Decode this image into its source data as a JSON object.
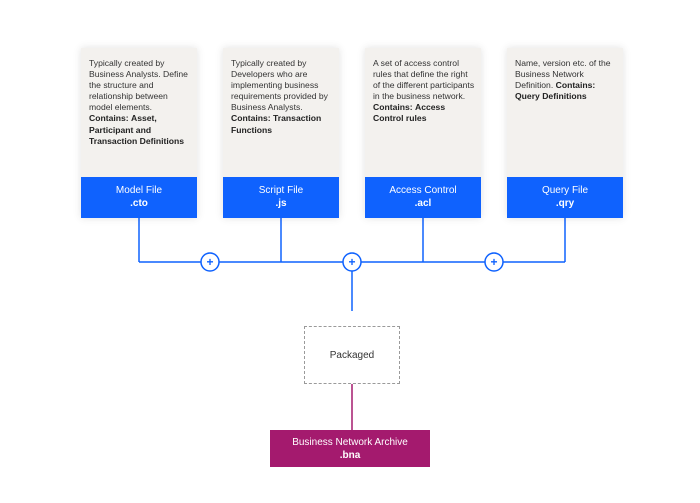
{
  "colors": {
    "accent_blue": "#0f62fe",
    "archive_magenta": "#a41a6e",
    "card_bg": "#f3f1ee",
    "connector_line": "#0f62fe",
    "dashed_border": "#9a9a9a"
  },
  "cards": [
    {
      "desc": "Typically created by Business Analysts. Define the structure and relationship between model elements.",
      "contains_label": "Contains:",
      "contains_value": "Asset, Participant and Transaction Definitions",
      "title": "Model File",
      "ext": ".cto"
    },
    {
      "desc": "Typically created by Developers who are implementing business requirements provided by Business Analysts.",
      "contains_label": "Contains:",
      "contains_value": "Transaction Functions",
      "title": "Script File",
      "ext": ".js"
    },
    {
      "desc": "A set of access control rules that define the right of the different participants in the business network.",
      "contains_label": "Contains:",
      "contains_value": "Access Control rules",
      "title": "Access Control",
      "ext": ".acl"
    },
    {
      "desc": "Name, version etc. of the Business Network Definition.",
      "contains_label": "Contains:",
      "contains_value": "Query Definitions",
      "title": "Query File",
      "ext": ".qry"
    }
  ],
  "plus_symbol": "+",
  "packaged_label": "Packaged",
  "archive": {
    "title": "Business Network Archive",
    "ext": ".bna"
  }
}
